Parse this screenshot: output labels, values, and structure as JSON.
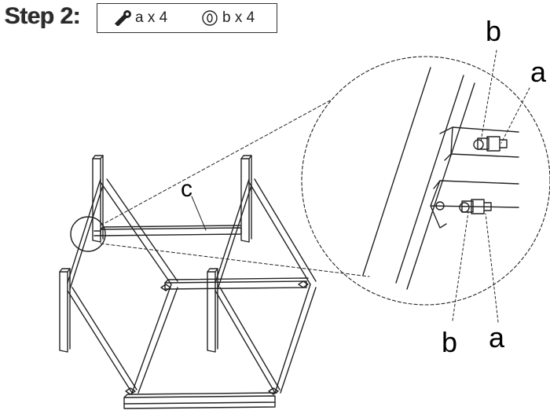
{
  "step": {
    "title": "Step 2:"
  },
  "parts": [
    {
      "icon": "bolt-icon",
      "label": "a x 4"
    },
    {
      "icon": "washer-icon",
      "label": "b x 4"
    }
  ],
  "callouts": {
    "crossbar": "c",
    "top_bolt": "a",
    "top_washer": "b",
    "bottom_bolt": "a",
    "bottom_washer": "b"
  }
}
